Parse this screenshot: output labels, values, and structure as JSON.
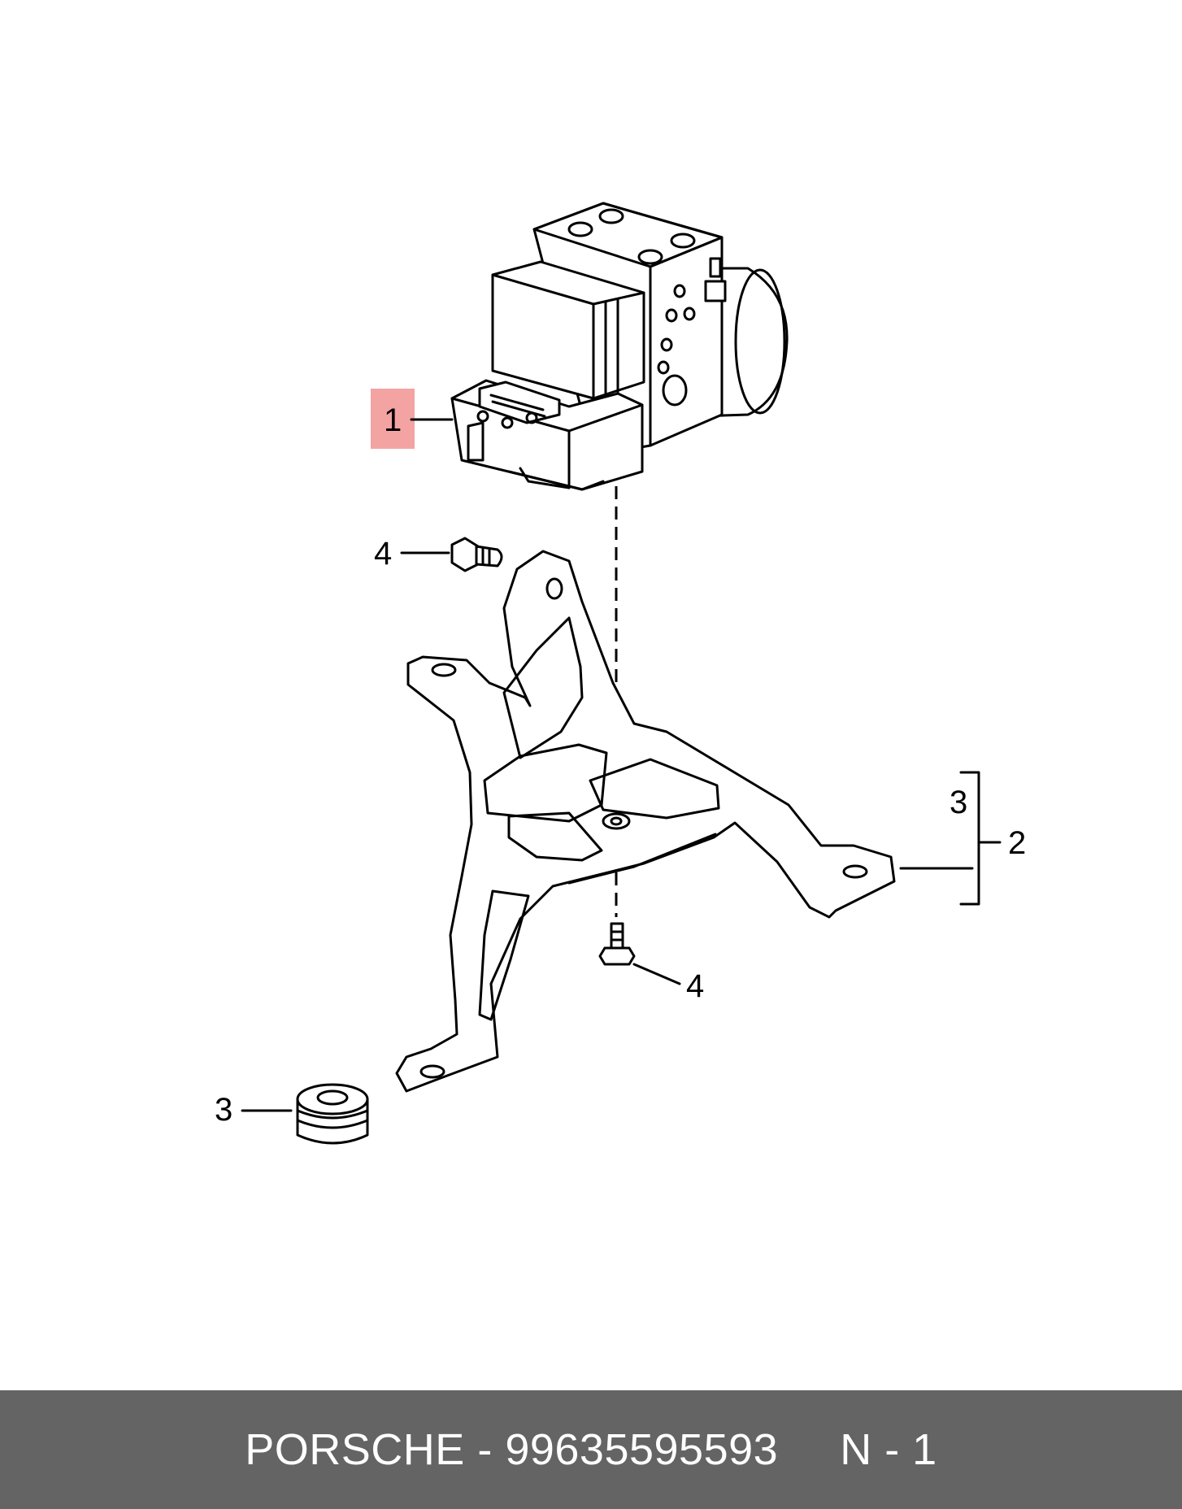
{
  "colors": {
    "highlight": "#f4a3a3",
    "footer_background": "#646464",
    "footer_text": "#ffffff",
    "line": "#000000"
  },
  "callouts": {
    "abs_unit": "1",
    "bracket_assembly": "2",
    "bracket_grommet": "3",
    "upper_bolt": "4",
    "lower_bolt": "4",
    "loose_grommet": "3"
  },
  "footer": {
    "brand": "PORSCHE",
    "separator": "-",
    "part_number": "99635595593",
    "position": "N - 1"
  }
}
